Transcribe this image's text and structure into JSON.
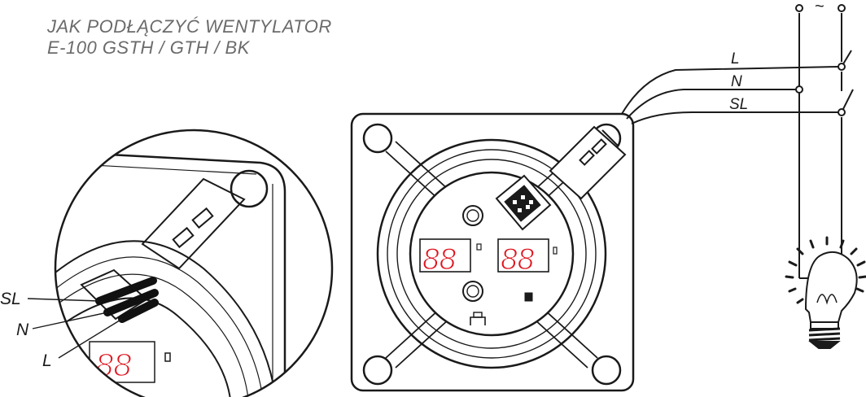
{
  "title": {
    "line1": "JAK PODŁĄCZYĆ WENTYLATOR",
    "line2": "E-100 GSTH / GTH / BK"
  },
  "wire_labels": {
    "L": "L",
    "N": "N",
    "SL": "SL",
    "ac_symbol": "~"
  },
  "zoom_labels": {
    "SL": "SL",
    "N": "N",
    "L": "L"
  },
  "display": {
    "left_digits": "88",
    "right_digits": "88",
    "zoom_digits": "88"
  },
  "colors": {
    "line": "#1a1a1a",
    "display_red": "#e0141e",
    "title_grey": "#6b6b6b"
  }
}
